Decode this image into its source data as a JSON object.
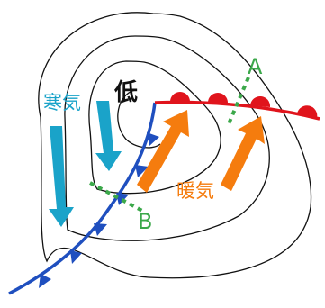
{
  "labels": {
    "low": "低",
    "cold_air": "寒気",
    "warm_air": "暖気",
    "point_a": "A",
    "point_b": "B"
  },
  "colors": {
    "isobar": "#111111",
    "cold_front": "#1f4fbf",
    "warm_front": "#e0141c",
    "cold_air": "#1aa3c9",
    "warm_air": "#f57c0e",
    "section_line": "#3ba84a"
  }
}
